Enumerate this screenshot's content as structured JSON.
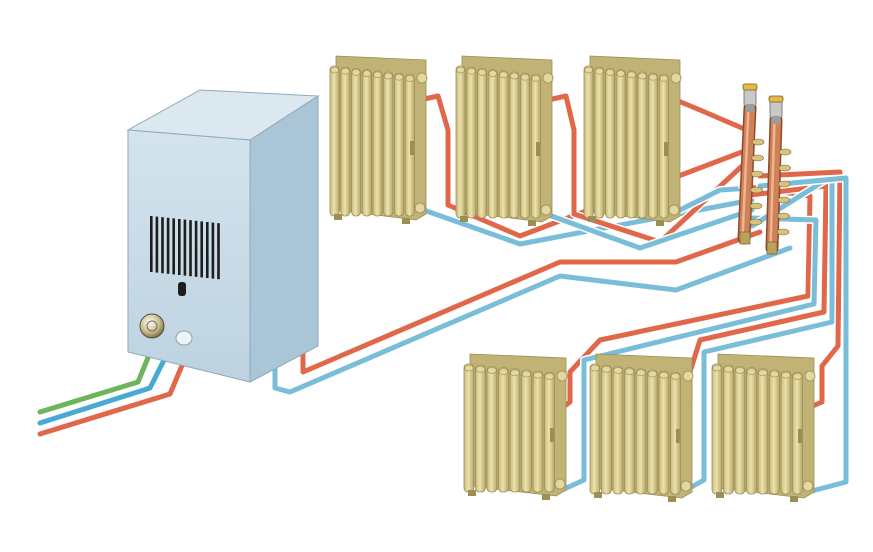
{
  "diagram": {
    "subject": "heating-system-manifold-layout",
    "colors": {
      "background": "#ffffff",
      "supply_pipe": "#e0674a",
      "return_pipe": "#79bdd9",
      "gas_pipe": "#6db45a",
      "cold_water_pipe": "#49a9d6",
      "boiler_front": "#c9dce8",
      "boiler_side": "#aac6d6",
      "boiler_top": "#dbe8f0",
      "radiator_face": "#e3d8a2",
      "radiator_shade": "#c1b275",
      "radiator_dark": "#9c8e55",
      "manifold_bar": "#cf8259",
      "valve_body": "#c9c9c9"
    },
    "components": {
      "boiler": "wall-mounted-boiler",
      "manifold": "distribution-manifold",
      "radiators_upper": [
        "radiator-upper-1",
        "radiator-upper-2",
        "radiator-upper-3"
      ],
      "radiators_lower": [
        "radiator-lower-1",
        "radiator-lower-2",
        "radiator-lower-3"
      ]
    }
  }
}
